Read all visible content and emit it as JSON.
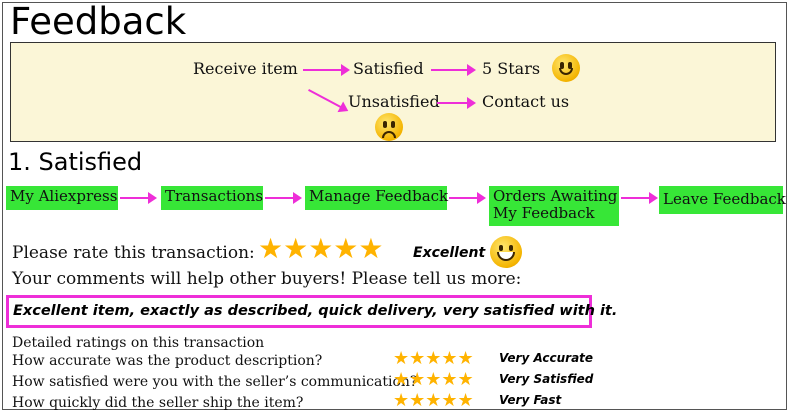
{
  "title": "Feedback",
  "flow": {
    "receive": "Receive item",
    "satisfied": "Satisfied",
    "stars": "5 Stars",
    "unsatisfied": "Unsatisfied",
    "contact": "Contact us"
  },
  "section_title": "1. Satisfied",
  "steps": [
    "My Aliexpress",
    "Transactions",
    "Manage Feedback",
    "Orders Awaiting",
    "My Feedback",
    "Leave Feedback"
  ],
  "rating": {
    "prompt": "Please rate this transaction:",
    "stars": "★★★★★",
    "label": "Excellent"
  },
  "comments_prompt": "Your comments will help other buyers! Please tell us more:",
  "comment_text": "Excellent item, exactly as described, quick delivery, very satisfied with it.",
  "detailed": {
    "heading": "Detailed ratings on this transaction",
    "rows": [
      {
        "question": "How accurate was the product description?",
        "stars": "★★★★★",
        "label": "Very Accurate"
      },
      {
        "question": "How satisfied were you with the seller’s communication?",
        "stars": "★★★★★",
        "label": "Very Satisfied"
      },
      {
        "question": "How quickly did the seller ship the item?",
        "stars": "★★★★★",
        "label": "Very Fast"
      }
    ]
  },
  "colors": {
    "accent": "#ee2ed8",
    "step_bg": "#37e637",
    "star": "#ffb300",
    "flow_bg": "#fbf6d7"
  },
  "icons": {
    "happy": "happy-smiley-icon",
    "sad": "sad-smiley-icon",
    "grin": "grinning-smiley-icon"
  }
}
